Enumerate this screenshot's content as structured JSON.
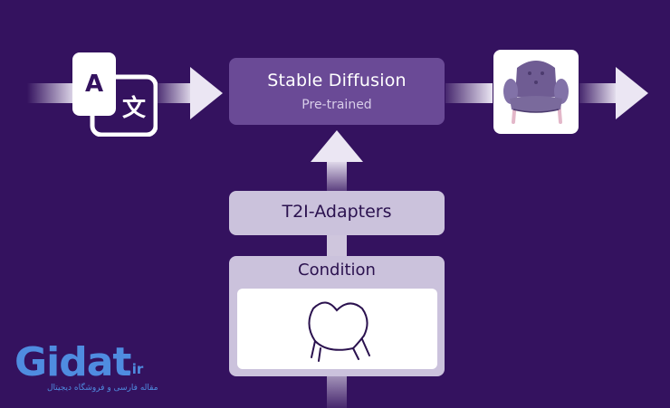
{
  "diagram": {
    "stable_diffusion": {
      "title": "Stable Diffusion",
      "subtitle": "Pre-trained"
    },
    "adapter": {
      "label": "T2I-Adapters"
    },
    "condition": {
      "label": "Condition"
    },
    "translate_icon": {
      "glyph_a": "A",
      "glyph_b": "文"
    }
  },
  "watermark": {
    "brand": "Gidat",
    "tld": ".ir",
    "tagline": "مقاله فارسی و فروشگاه دیجیتال"
  },
  "colors": {
    "background": "#34125f",
    "model_box": "#6a4a96",
    "light_box": "#cbc2dc",
    "arrow": "#ebe6f3",
    "dark_text": "#2b124f",
    "chair": "#7a6a9c",
    "logo": "#4f8ce0"
  }
}
